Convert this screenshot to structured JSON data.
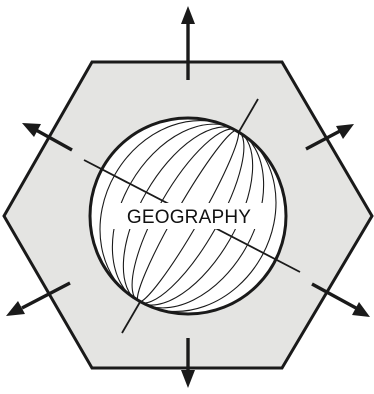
{
  "diagram": {
    "center_label": "GEOGRAPHY"
  },
  "colors": {
    "hexagon_fill": "#e4e4e2",
    "outline": "#1a1a1a",
    "globe_fill": "#ffffff"
  },
  "elements": {
    "arrows": [
      "up",
      "upper-right",
      "lower-right",
      "down",
      "lower-left",
      "upper-left"
    ],
    "icon": "globe-icon"
  }
}
